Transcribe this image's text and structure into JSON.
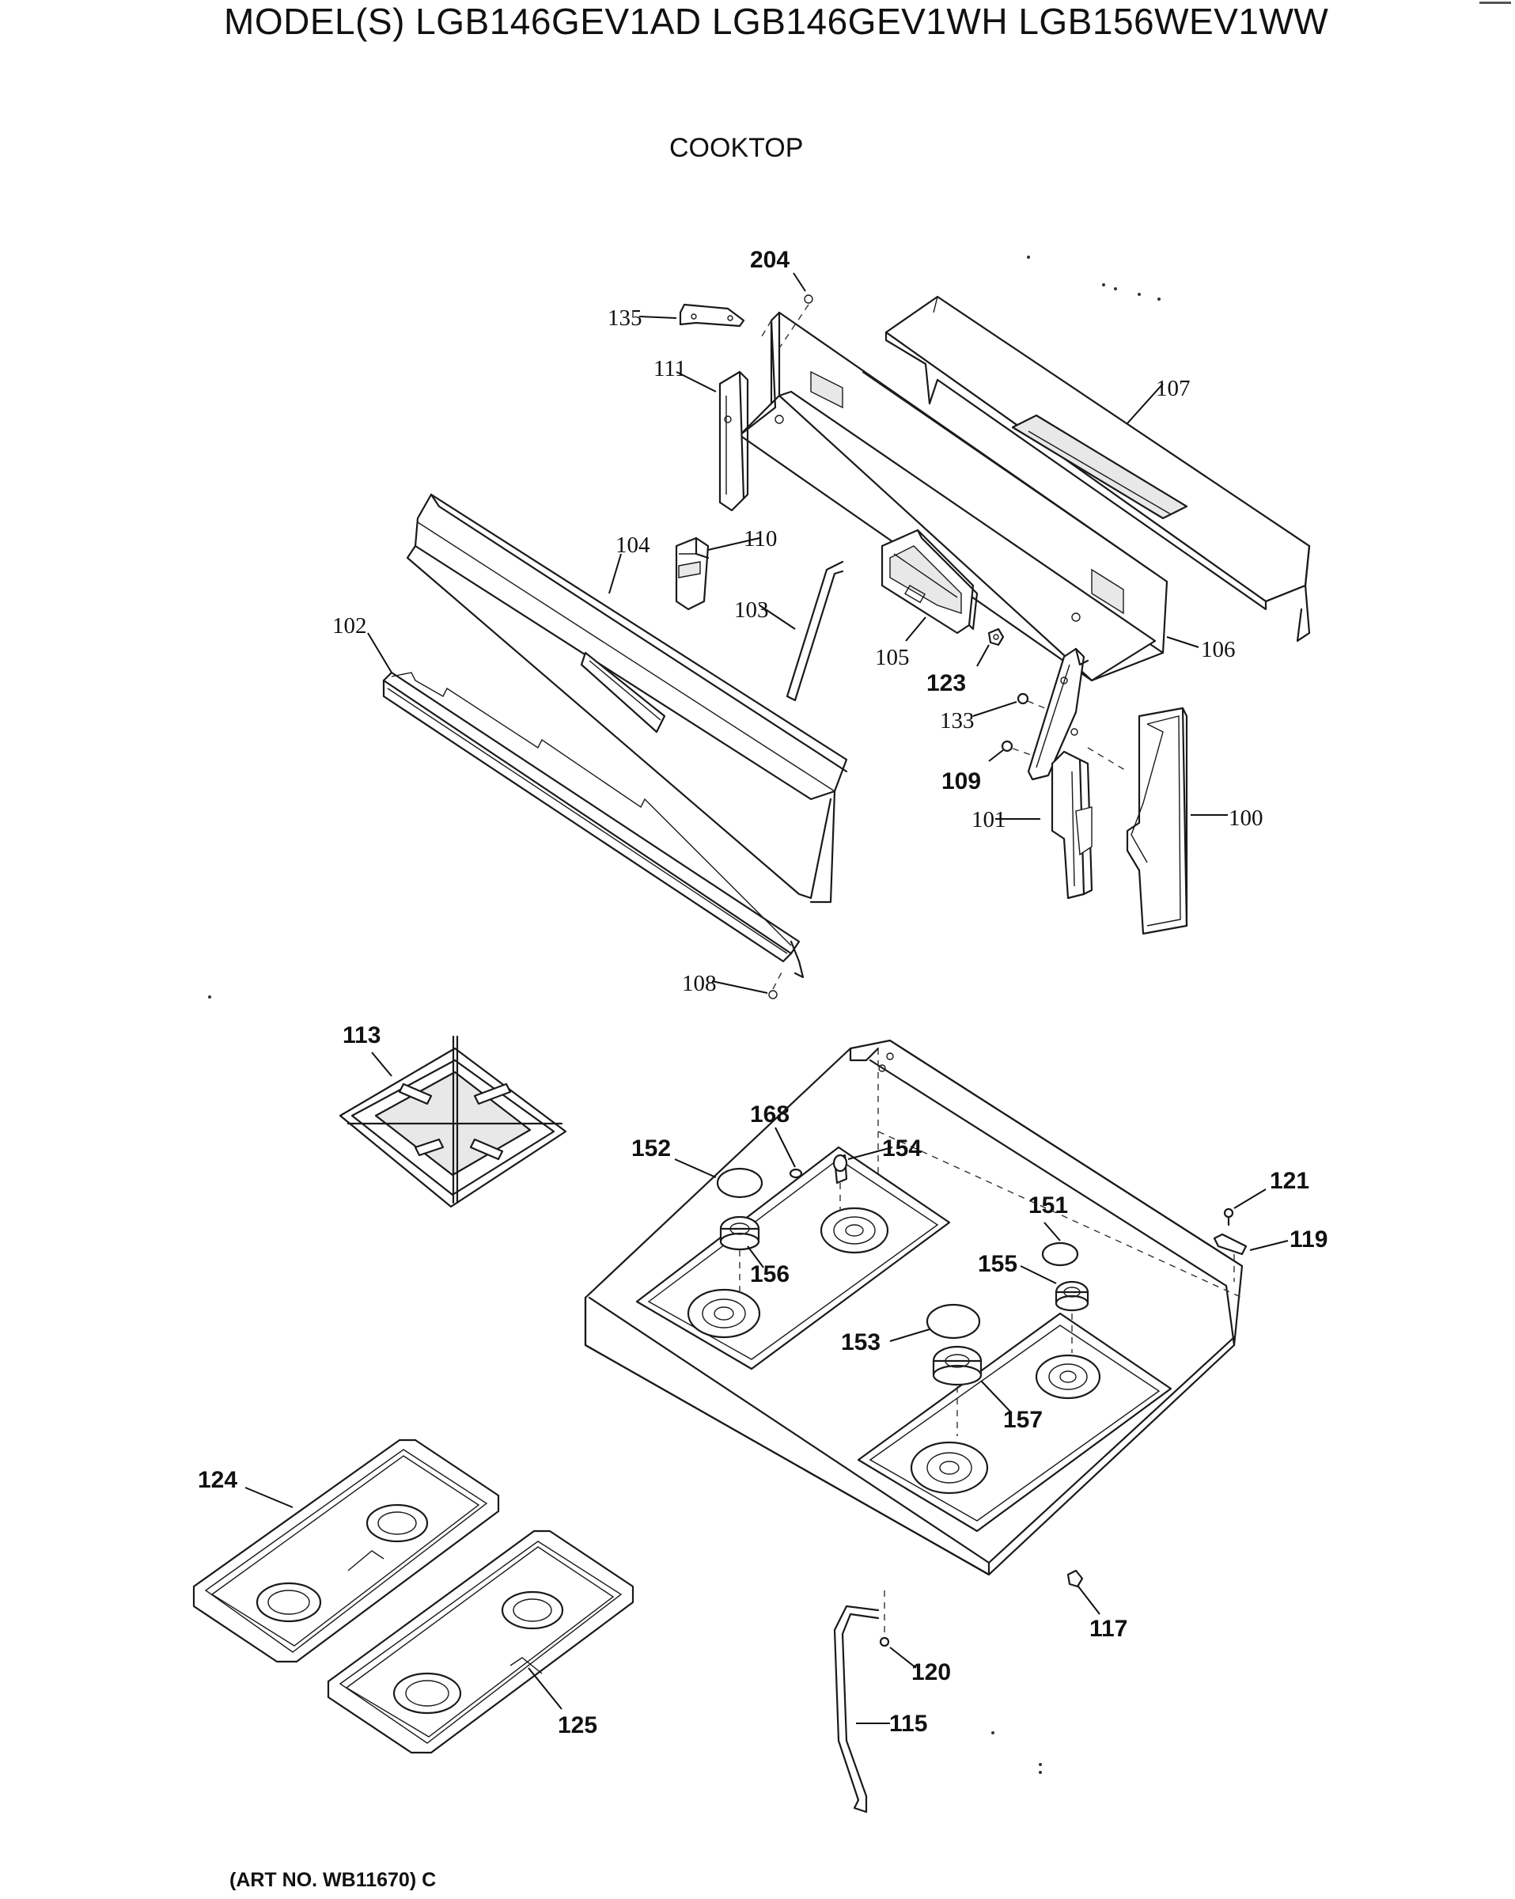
{
  "header": {
    "title": "MODEL(S) LGB146GEV1AD  LGB146GEV1WH  LGB156WEV1WW",
    "section": "COOKTOP"
  },
  "footer": {
    "art_no": "(ART NO. WB11670) C"
  },
  "parts": {
    "p100": "100",
    "p101": "101",
    "p102": "102",
    "p103": "103",
    "p104": "104",
    "p105": "105",
    "p106": "106",
    "p107": "107",
    "p108": "108",
    "p109": "109",
    "p110": "110",
    "p111": "111",
    "p113": "113",
    "p115": "115",
    "p117": "117",
    "p119": "119",
    "p120": "120",
    "p121": "121",
    "p123": "123",
    "p124": "124",
    "p125": "125",
    "p133": "133",
    "p135": "135",
    "p151": "151",
    "p152": "152",
    "p153": "153",
    "p154": "154",
    "p155": "155",
    "p156": "156",
    "p157": "157",
    "p168": "168",
    "p204": "204"
  }
}
